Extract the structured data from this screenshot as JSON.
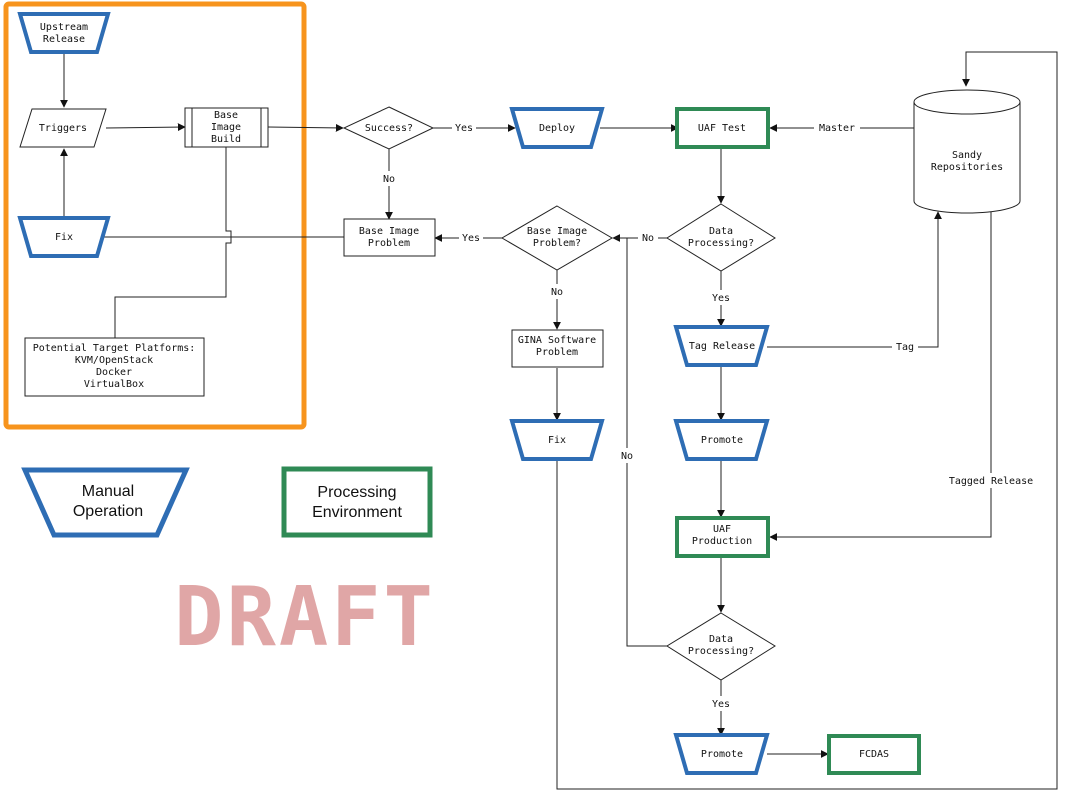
{
  "colors": {
    "manual_stroke": "#2e6db4",
    "env_stroke": "#2f8a55",
    "group_stroke": "#f7941d",
    "draft_fill": "#e0a6a6",
    "line": "#222222"
  },
  "nodes": {
    "upstream": "Upstream\nRelease",
    "triggers": "Triggers",
    "base_image_build": "Base\nImage\nBuild",
    "fix_left": "Fix",
    "platforms": "Potential Target Platforms:\nKVM/OpenStack\nDocker\nVirtualBox",
    "success": "Success?",
    "deploy": "Deploy",
    "uaf_test": "UAF Test",
    "sandy": "Sandy\nRepositories",
    "base_image_problem": "Base Image\nProblem",
    "base_image_problem_q": "Base Image\nProblem?",
    "data_processing_1": "Data\nProcessing?",
    "gina_problem": "GINA Software\nProblem",
    "tag_release": "Tag Release",
    "fix_mid": "Fix",
    "promote_1": "Promote",
    "uaf_production": "UAF\nProduction",
    "data_processing_2": "Data\nProcessing?",
    "promote_2": "Promote",
    "fcdas": "FCDAS"
  },
  "edge_labels": {
    "yes_success": "Yes",
    "master": "Master",
    "no_success": "No",
    "yes_bip": "Yes",
    "no_dp1": "No",
    "yes_dp1": "Yes",
    "no_bip": "No",
    "tag": "Tag",
    "no_dp2": "No",
    "tagged_release": "Tagged Release",
    "yes_dp2": "Yes"
  },
  "legend": {
    "manual": "Manual\nOperation",
    "env": "Processing\nEnvironment"
  },
  "watermark": "DRAFT"
}
